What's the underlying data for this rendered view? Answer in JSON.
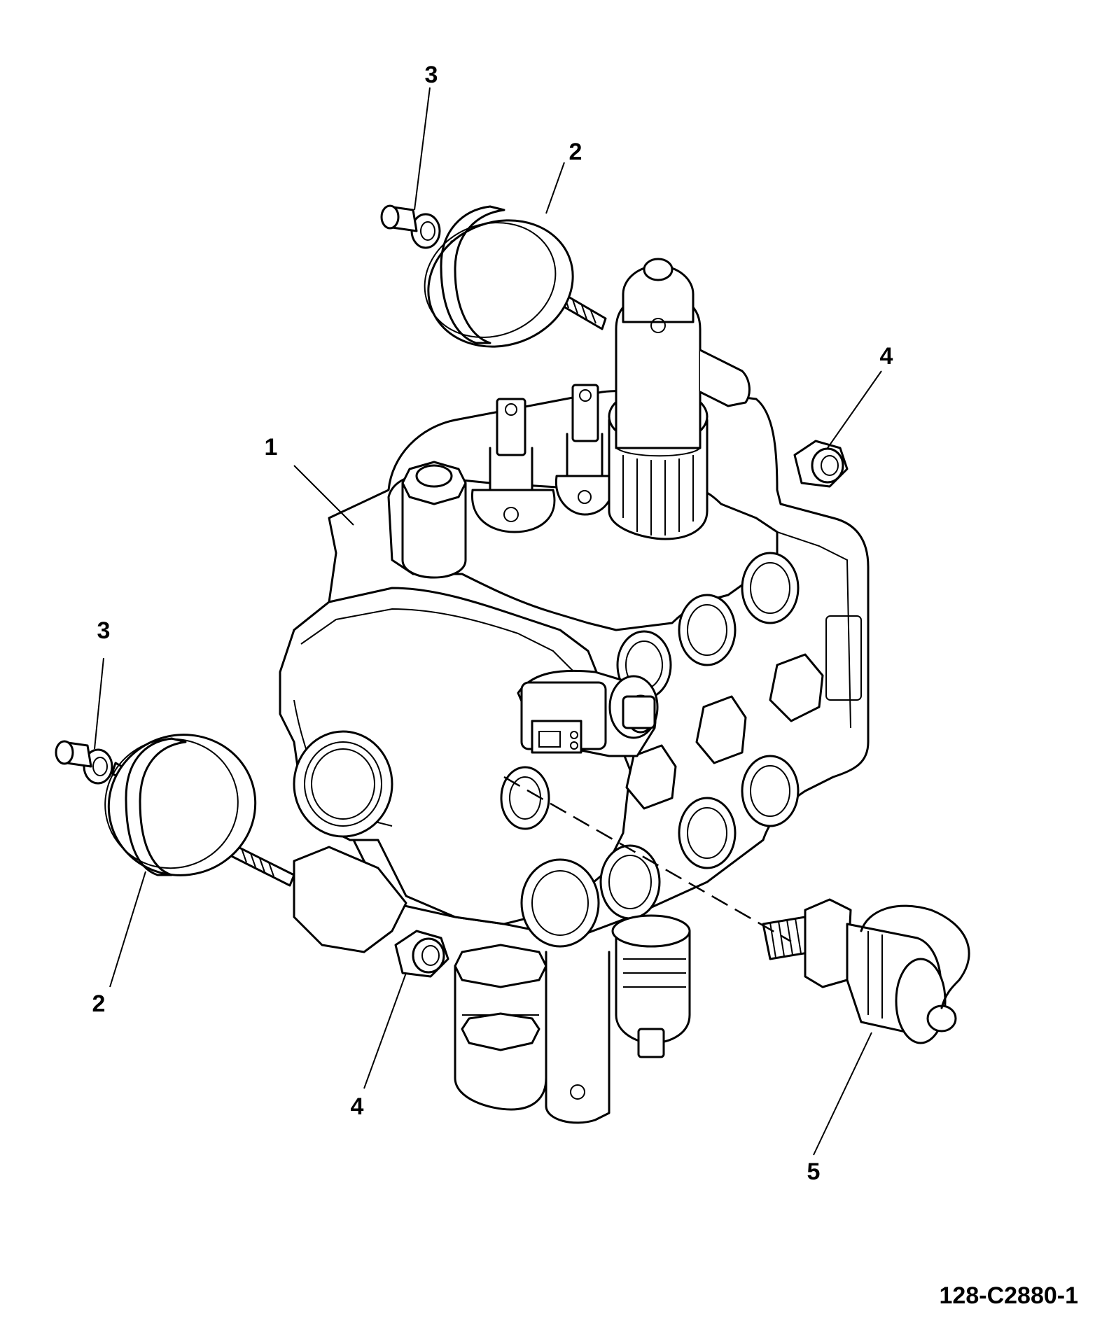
{
  "callouts": [
    {
      "id": "callout-1",
      "label": "1"
    },
    {
      "id": "callout-2-top",
      "label": "2"
    },
    {
      "id": "callout-2-bottom",
      "label": "2"
    },
    {
      "id": "callout-3-top",
      "label": "3"
    },
    {
      "id": "callout-3-left",
      "label": "3"
    },
    {
      "id": "callout-4-right",
      "label": "4"
    },
    {
      "id": "callout-4-bottom",
      "label": "4"
    },
    {
      "id": "callout-5",
      "label": "5"
    }
  ],
  "figure_id": "128-C2880-1"
}
